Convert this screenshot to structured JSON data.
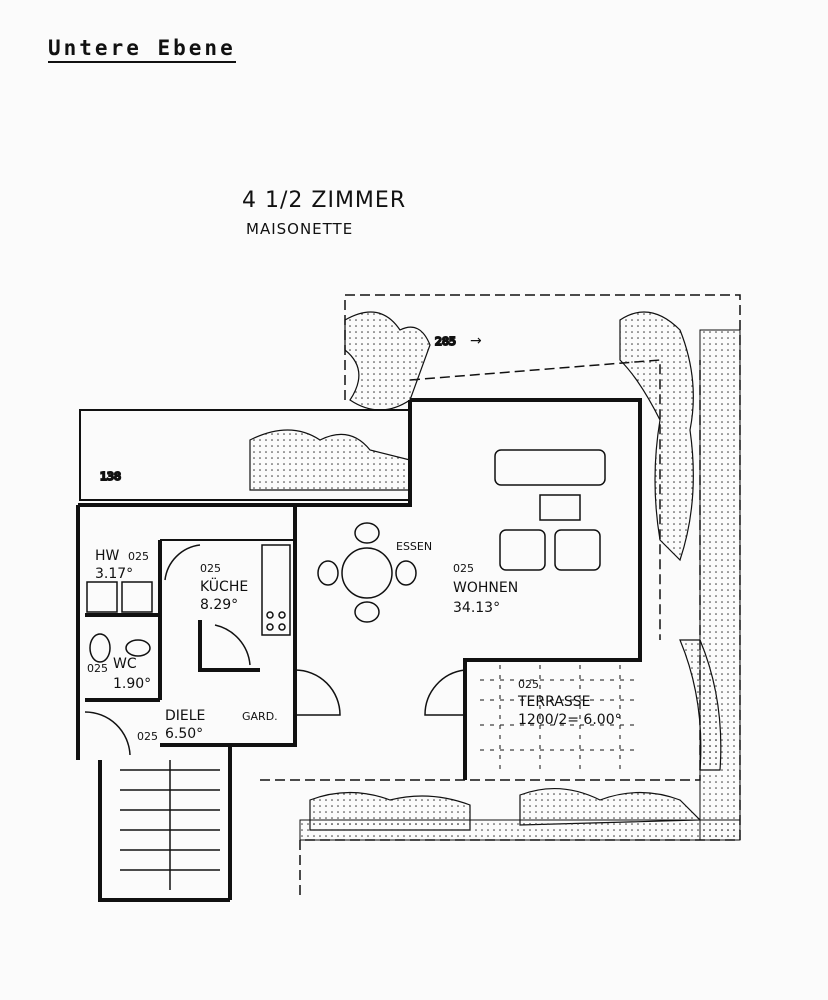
{
  "header": {
    "title": "Untere Ebene",
    "apartment_type": "4 1/2 ZIMMER",
    "apartment_subtype": "MAISONETTE"
  },
  "dimensions": {
    "balcony_top": "285",
    "balcony_left": "138"
  },
  "rooms": [
    {
      "name": "HW",
      "area": "3.17°",
      "height": "025"
    },
    {
      "name": "KÜCHE",
      "area": "8.29°",
      "height": "025"
    },
    {
      "name": "WC",
      "area": "1.90°",
      "height": "025"
    },
    {
      "name": "DIELE",
      "area": "6.50°",
      "height": "025"
    },
    {
      "name": "GARD.",
      "area": "",
      "height": ""
    },
    {
      "name": "ESSEN",
      "area": "",
      "height": ""
    },
    {
      "name": "WOHNEN",
      "area": "34.13°",
      "height": "025"
    },
    {
      "name": "TERRASSE",
      "area": "1200/2= 6.00°",
      "height": "025"
    }
  ]
}
